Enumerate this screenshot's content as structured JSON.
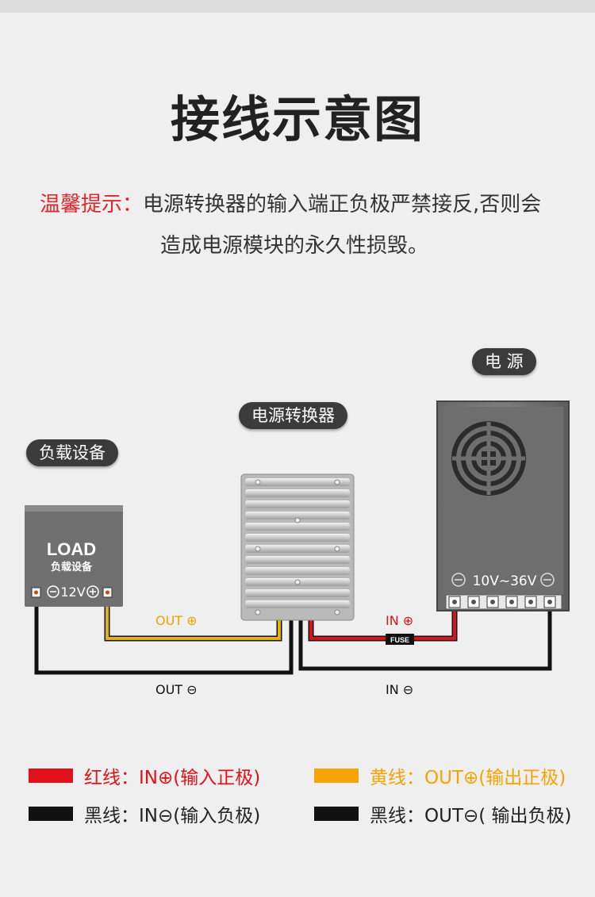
{
  "title": "接线示意图",
  "notice": {
    "lead": "温馨提示：",
    "line1": "电源转换器的输入端正负极严禁接反,否则会",
    "line2": "造成电源模块的永久性损毁。"
  },
  "labels": {
    "power": "电 源",
    "converter": "电源转换器",
    "load": "负载设备"
  },
  "load_device": {
    "logo": "LOAD",
    "logo_sub": "负载设备",
    "voltage": "12V"
  },
  "power_supply": {
    "voltage": "10V~36V"
  },
  "wire_labels": {
    "out_pos": "OUT ⊕",
    "out_neg": "OUT ⊖",
    "in_pos": "IN ⊕",
    "in_neg": "IN ⊖",
    "fuse": "FUSE"
  },
  "legend": [
    {
      "text": "红线：IN⊕(输入正极)",
      "color": "#e0111a"
    },
    {
      "text": "黄线：OUT⊕(输出正极)",
      "color": "#f5a300"
    },
    {
      "text": "黑线：IN⊖(输入负极)",
      "color": "#111111"
    },
    {
      "text": "黑线：OUT⊖( 输出负极)",
      "color": "#111111"
    }
  ],
  "colors": {
    "red": "#e0111a",
    "yellow": "#f5a300",
    "black": "#111111",
    "label_red": "#e0262d"
  }
}
